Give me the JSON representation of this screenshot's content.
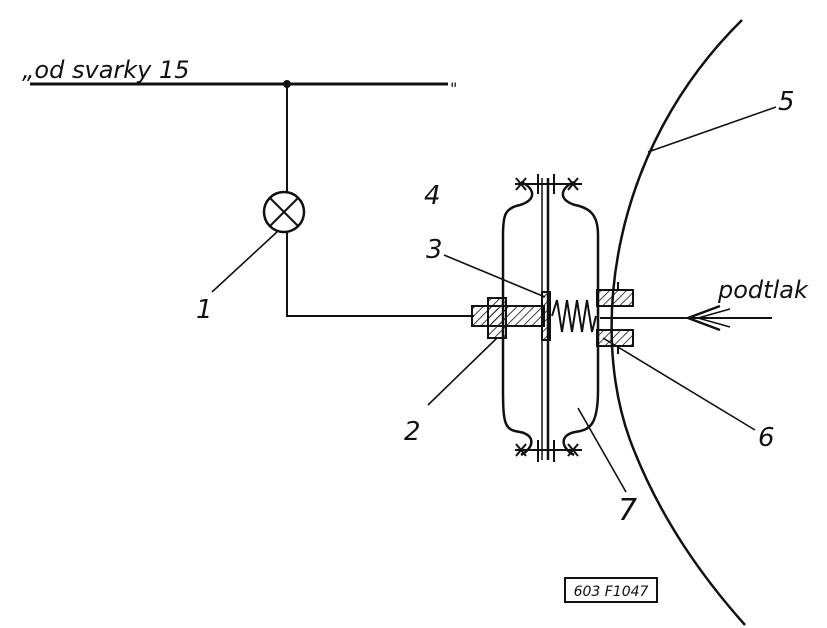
{
  "supply_label": "„od svarky 15",
  "supply_end_mark": "\"",
  "vacuum_label": "podtlak",
  "part_numbers": [
    "1",
    "2",
    "3",
    "4",
    "5",
    "6",
    "7"
  ],
  "drawing_code": "603 F1047",
  "colors": {
    "ink": "#111111",
    "background": "#ffffff"
  }
}
